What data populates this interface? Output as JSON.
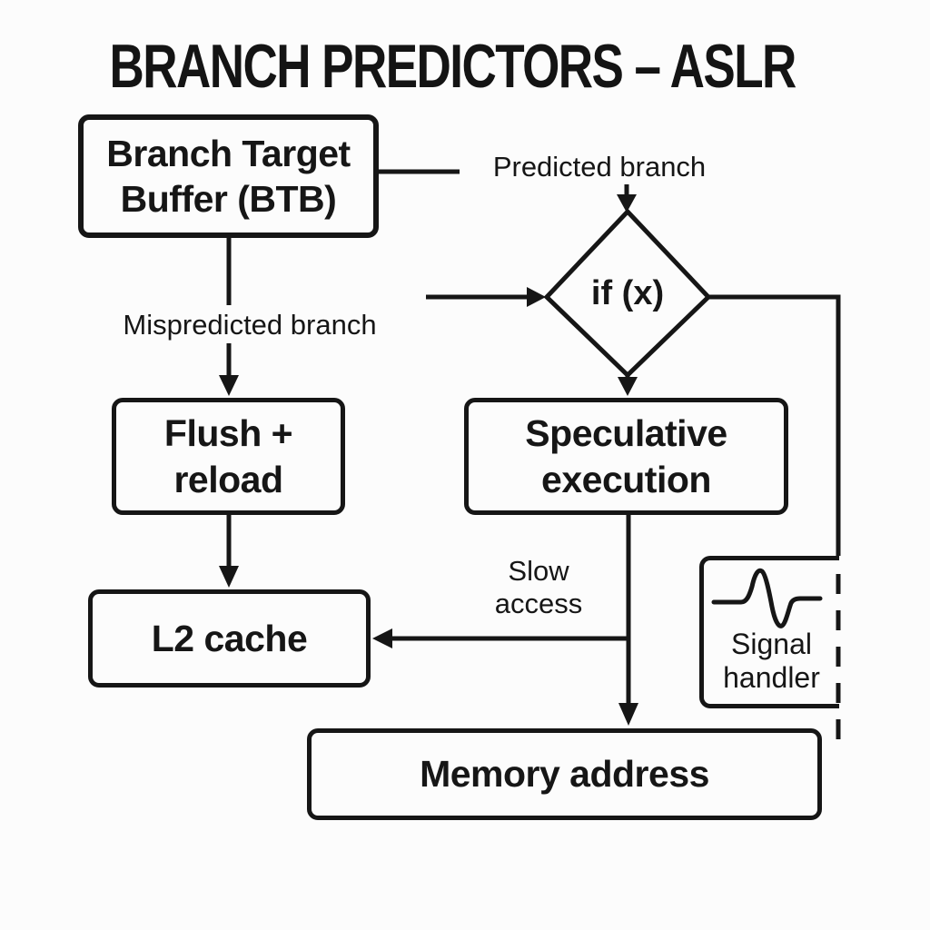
{
  "title": "BRANCH PREDICTORS – ASLR",
  "nodes": {
    "btb": {
      "label": "Branch Target\nBuffer (BTB)"
    },
    "if_condition": {
      "label": "if (x)"
    },
    "flush_reload": {
      "label": "Flush +\nreload"
    },
    "speculative_execution": {
      "label": "Speculative\nexecution"
    },
    "l2_cache": {
      "label": "L2 cache"
    },
    "memory_address": {
      "label": "Memory address"
    },
    "signal_handler": {
      "label": "Signal\nhandler"
    }
  },
  "edge_labels": {
    "predicted_branch": "Predicted branch",
    "mispredicted_branch": "Mispredicted branch",
    "slow_access": "Slow\naccess"
  },
  "icons": {
    "signal_waveform": "wavelet-pulse"
  },
  "colors": {
    "ink": "#161616",
    "background": "#fcfcfc"
  }
}
